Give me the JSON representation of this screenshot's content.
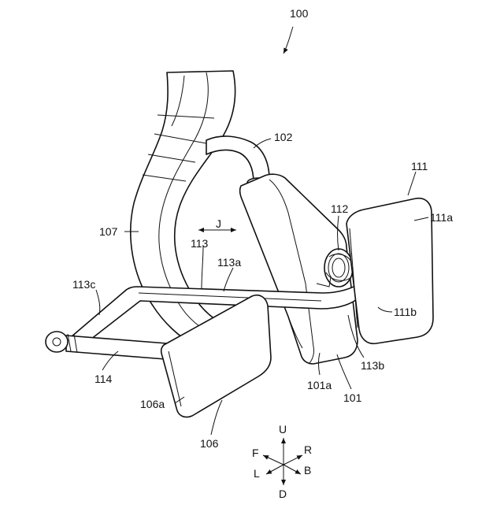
{
  "figure": {
    "labels": {
      "l100": "100",
      "l102": "102",
      "l111": "111",
      "l111a": "111a",
      "l111b": "111b",
      "l112": "112",
      "l107": "107",
      "lJ": "J",
      "l113": "113",
      "l113a": "113a",
      "l113c": "113c",
      "l113b": "113b",
      "l101a": "101a",
      "l101": "101",
      "l114": "114",
      "l106a": "106a",
      "l106": "106"
    },
    "compass": {
      "up": "U",
      "down": "D",
      "front": "F",
      "rear": "R",
      "left": "L",
      "back": "B"
    }
  }
}
